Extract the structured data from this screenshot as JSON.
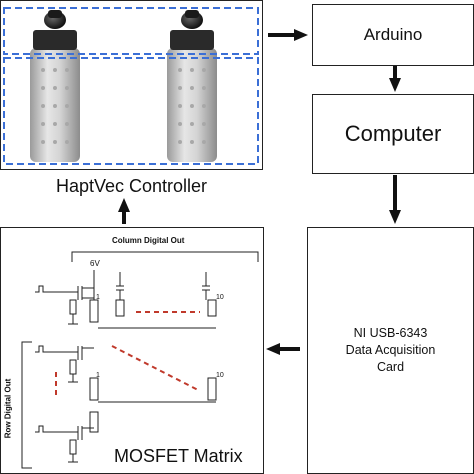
{
  "controller": {
    "caption": "HaptVec Controller"
  },
  "blocks": {
    "arduino": "Arduino",
    "computer": "Computer",
    "daq_line1": "NI USB-6343",
    "daq_line2": "Data Acquisition",
    "daq_line3": "Card"
  },
  "mosfet": {
    "title": "MOSFET Matrix",
    "column_label": "Column Digital Out",
    "row_label": "Row Digital Out",
    "voltage": "6V",
    "index_first": "1",
    "index_last": "10",
    "row3_index_first": "1",
    "row3_index_last": "10"
  },
  "colors": {
    "dashed_outline": "#3b6fd6",
    "dashed_link": "#c0392b",
    "line": "#222222"
  }
}
